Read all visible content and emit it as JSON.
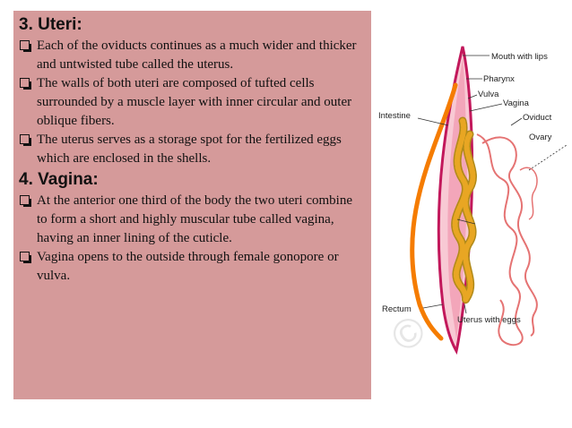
{
  "uteri": {
    "heading": "3. Uteri:",
    "bullets": [
      "Each of the oviducts continues as a much wider and thicker and untwisted tube called the uterus.",
      "The walls of both uteri are composed of tufted cells surrounded by a muscle layer with inner circular and outer oblique fibers.",
      "The uterus serves as a storage spot for the fertilized eggs which are enclosed in the shells."
    ]
  },
  "vagina": {
    "heading": "4. Vagina:",
    "bullets": [
      "At the anterior one third of the body the two uteri combine to form a short and highly muscular tube called vagina, having an inner lining of the cuticle.",
      "Vagina opens to the outside through female gonopore or vulva."
    ]
  },
  "diagram": {
    "labels": {
      "mouth": "Mouth with lips",
      "pharynx": "Pharynx",
      "vulva": "Vulva",
      "vagina": "Vagina",
      "intestine": "Intestine",
      "oviduct": "Oviduct",
      "ovary": "Ovary",
      "rectum": "Rectum",
      "uterus": "Uterus with eggs"
    },
    "watermark": "©"
  },
  "colors": {
    "panel": "#d59a9a",
    "body_outline": "#c2185b",
    "intestine": "#f57c00",
    "uterus_fill": "#e8a623",
    "oviduct": "#e57373"
  }
}
